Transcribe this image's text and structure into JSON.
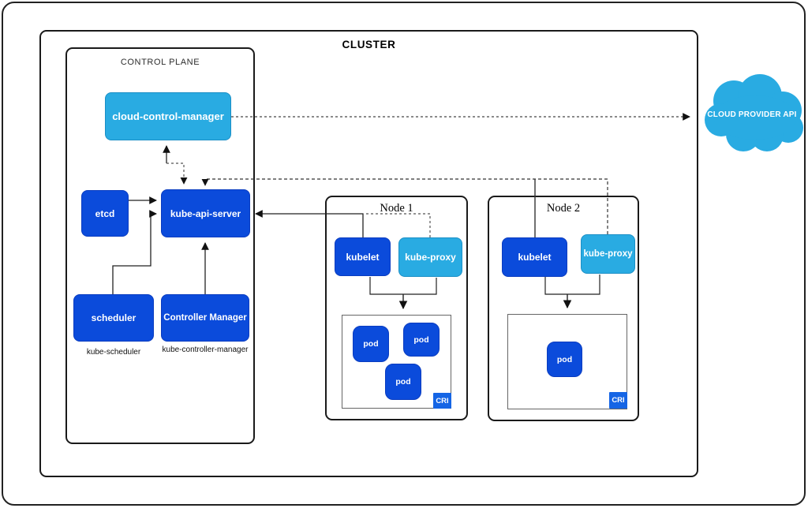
{
  "cluster": {
    "label": "CLUSTER"
  },
  "control_plane": {
    "label": "CONTROL PLANE",
    "cloud_control_manager": "cloud-control-manager",
    "etcd": "etcd",
    "kube_api_server": "kube-api-server",
    "scheduler": "scheduler",
    "controller_manager": "Controller Manager",
    "scheduler_caption": "kube-scheduler",
    "controller_manager_caption": "kube-controller-manager"
  },
  "nodes": [
    {
      "title": "Node 1",
      "kubelet": "kubelet",
      "kube_proxy": "kube-proxy",
      "pods": [
        "pod",
        "pod",
        "pod"
      ],
      "cri": "CRI"
    },
    {
      "title": "Node 2",
      "kubelet": "kubelet",
      "kube_proxy": "kube-proxy",
      "pods": [
        "pod"
      ],
      "cri": "CRI"
    }
  ],
  "cloud": {
    "label": "CLOUD PROVIDER API"
  },
  "colors": {
    "dark_blue": "#0b4bdb",
    "light_blue": "#29abe2",
    "cri_blue": "#1565e5",
    "line": "#222222"
  }
}
